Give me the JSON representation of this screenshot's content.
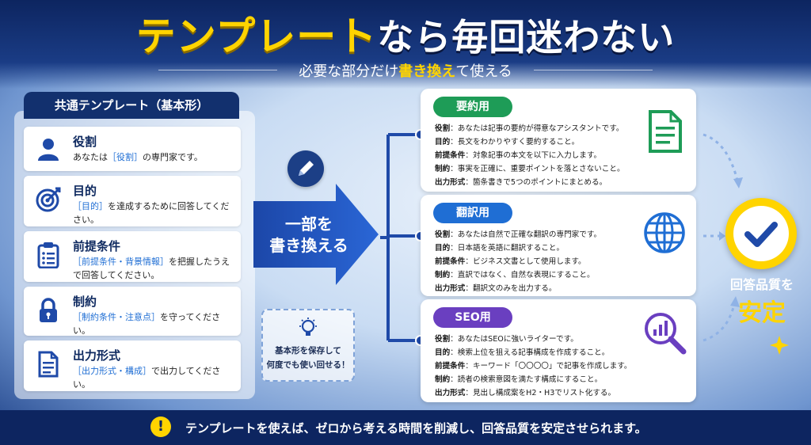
{
  "header": {
    "title_highlight": "テンプレート",
    "title_rest": "なら毎回迷わない",
    "subtitle_pre": "必要な部分だけ",
    "subtitle_highlight": "書き換え",
    "subtitle_post": "て使える"
  },
  "left_panel": {
    "title": "共通テンプレート（基本形）",
    "items": [
      {
        "icon": "person-icon",
        "heading": "役割",
        "pre": "あなたは",
        "ph": "［役割］",
        "post": "の専門家です。"
      },
      {
        "icon": "target-icon",
        "heading": "目的",
        "pre": "",
        "ph": "［目的］",
        "post": "を達成するために回答してください。"
      },
      {
        "icon": "clipboard-icon",
        "heading": "前提条件",
        "pre": "",
        "ph": "［前提条件・背景情報］",
        "post": "を把握したうえで回答してください。"
      },
      {
        "icon": "lock-icon",
        "heading": "制約",
        "pre": "",
        "ph": "［制約条件・注意点］",
        "post": "を守ってください。"
      },
      {
        "icon": "document-icon",
        "heading": "出力形式",
        "pre": "",
        "ph": "［出力形式・構成］",
        "post": "で出力してください。"
      }
    ]
  },
  "center": {
    "arrow_line1": "一部を",
    "arrow_line2": "書き換える",
    "tip_line1": "基本形を保存して",
    "tip_line2": "何度でも使い回せる！"
  },
  "cards": [
    {
      "label": "要約用",
      "color": "#1e9c57",
      "icon": "document-lines-icon",
      "rows": [
        {
          "k": "役割",
          "v": "あなたは記事の要約が得意なアシスタントです。"
        },
        {
          "k": "目的",
          "v": "長文をわかりやすく要約すること。"
        },
        {
          "k": "前提条件",
          "v": "対象記事の本文を以下に入力します。"
        },
        {
          "k": "制約",
          "v": "事実を正確に、重要ポイントを落とさないこと。"
        },
        {
          "k": "出力形式",
          "v": "箇条書きで5つのポイントにまとめる。"
        }
      ]
    },
    {
      "label": "翻訳用",
      "color": "#1f6ed4",
      "icon": "globe-icon",
      "rows": [
        {
          "k": "役割",
          "v": "あなたは自然で正確な翻訳の専門家です。"
        },
        {
          "k": "目的",
          "v": "日本語を英語に翻訳すること。"
        },
        {
          "k": "前提条件",
          "v": "ビジネス文書として使用します。"
        },
        {
          "k": "制約",
          "v": "直訳ではなく、自然な表現にすること。"
        },
        {
          "k": "出力形式",
          "v": "翻訳文のみを出力する。"
        }
      ]
    },
    {
      "label": "SEO用",
      "color": "#6a3fc0",
      "icon": "analytics-search-icon",
      "rows": [
        {
          "k": "役割",
          "v": "あなたはSEOに強いライターです。"
        },
        {
          "k": "目的",
          "v": "検索上位を狙える記事構成を作成すること。"
        },
        {
          "k": "前提条件",
          "v": "キーワード「〇〇〇〇」で記事を作成します。"
        },
        {
          "k": "制約",
          "v": "読者の検索意図を満たす構成にすること。"
        },
        {
          "k": "出力形式",
          "v": "見出し構成案をH2・H3でリスト化する。"
        }
      ]
    }
  ],
  "result": {
    "line1": "回答品質を",
    "line2": "安定"
  },
  "footer": {
    "text": "テンプレートを使えば、ゼロから考える時間を削減し、回答品質を安定させられます。"
  },
  "colors": {
    "navy": "#0d2560",
    "yellow": "#ffd400",
    "accent_blue": "#1f6ed4"
  }
}
